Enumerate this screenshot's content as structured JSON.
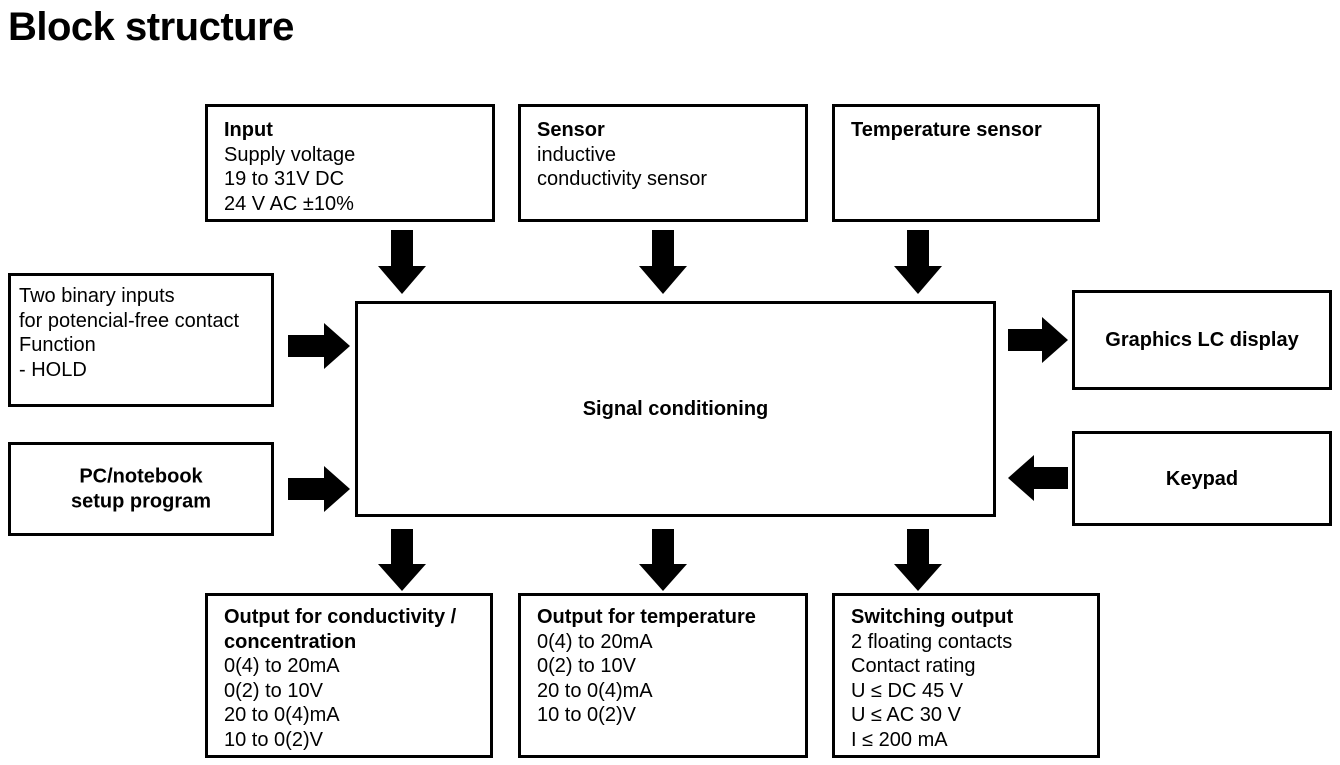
{
  "page": {
    "title": "Block structure",
    "background": "#ffffff",
    "ink": "#000000"
  },
  "blocks": {
    "input": {
      "lines": [
        "Input",
        "Supply voltage",
        "19 to 31V DC",
        "24 V AC ±10%"
      ]
    },
    "sensor": {
      "lines": [
        "Sensor",
        "inductive",
        "conductivity sensor"
      ]
    },
    "temperature_sensor": {
      "lines": [
        "Temperature sensor"
      ]
    },
    "binary_inputs": {
      "lines": [
        "Two binary inputs",
        "for potencial-free contact",
        "Function",
        "- HOLD"
      ]
    },
    "pc_notebook": {
      "lines": [
        "PC/notebook",
        "setup program"
      ]
    },
    "signal_conditioning": {
      "lines": [
        "Signal conditioning"
      ]
    },
    "graphics_display": {
      "lines": [
        "Graphics LC display"
      ]
    },
    "keypad": {
      "lines": [
        "Keypad"
      ]
    },
    "output_conductivity": {
      "lines": [
        "Output for conductivity /",
        "concentration",
        "0(4) to 20mA",
        "0(2) to 10V",
        "20 to 0(4)mA",
        "10 to 0(2)V"
      ]
    },
    "output_temperature": {
      "lines": [
        "Output for temperature",
        "0(4) to 20mA",
        "0(2) to 10V",
        "20 to 0(4)mA",
        "10 to 0(2)V"
      ]
    },
    "switching_output": {
      "lines": [
        "Switching output",
        "2 floating contacts",
        "Contact rating",
        "U ≤ DC 45 V",
        "U ≤ AC 30 V",
        "I ≤ 200 mA"
      ]
    }
  },
  "arrows": {
    "input_to_signal": "down-arrow",
    "sensor_to_signal": "down-arrow",
    "temperature_to_signal": "down-arrow",
    "binary_to_signal": "right-arrow",
    "pc_to_signal": "right-arrow",
    "signal_to_display": "right-arrow",
    "keypad_to_signal": "left-arrow",
    "signal_to_output_conductivity": "down-arrow",
    "signal_to_output_temperature": "down-arrow",
    "signal_to_switching_output": "down-arrow"
  }
}
